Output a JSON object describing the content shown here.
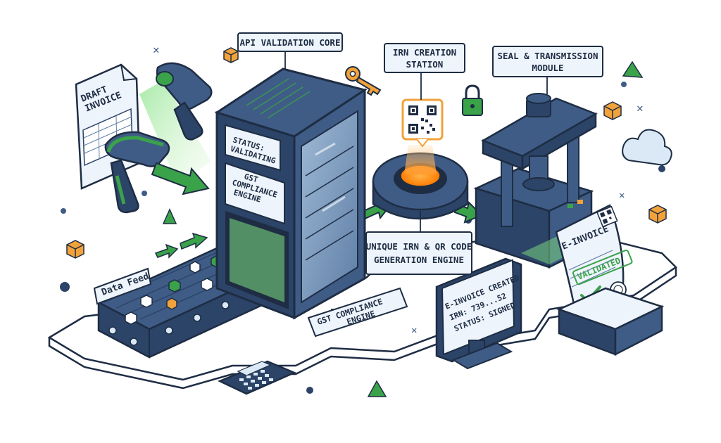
{
  "labels": {
    "api_validation_core": "API VALIDATION CORE",
    "irn_creation_station_l1": "IRN CREATION",
    "irn_creation_station_l2": "STATION",
    "seal_module_l1": "SEAL & TRANSMISSION",
    "seal_module_l2": "MODULE",
    "draft_invoice_l1": "DRAFT",
    "draft_invoice_l2": "INVOICE",
    "status_l1": "STATUS:",
    "status_l2": "VALIDATING",
    "gst_panel_l1": "GST",
    "gst_panel_l2": "COMPLIANCE",
    "gst_panel_l3": "ENGINE",
    "irn_engine_l1": "UNIQUE IRN & QR CODE",
    "irn_engine_l2": "GENERATION ENGINE",
    "data_feed": "Data Feed",
    "gst_engine_l1": "GST COMPLIANCE",
    "gst_engine_l2": "ENGINE",
    "monitor_l1": "E-INVOICE CREATED",
    "monitor_l2": "IRN: 739...52",
    "monitor_l3": "STATUS: SIGNED",
    "einvoice_title": "E-INVOICE",
    "validated_stamp": "VALIDATED"
  },
  "colors": {
    "navy": "#1e2d44",
    "steel_blue": "#3f5c86",
    "dark_blue": "#2c4468",
    "light_blue": "#dbe8f5",
    "green": "#3aa34a",
    "orange": "#f2a23a",
    "paper": "#eef4fb"
  }
}
